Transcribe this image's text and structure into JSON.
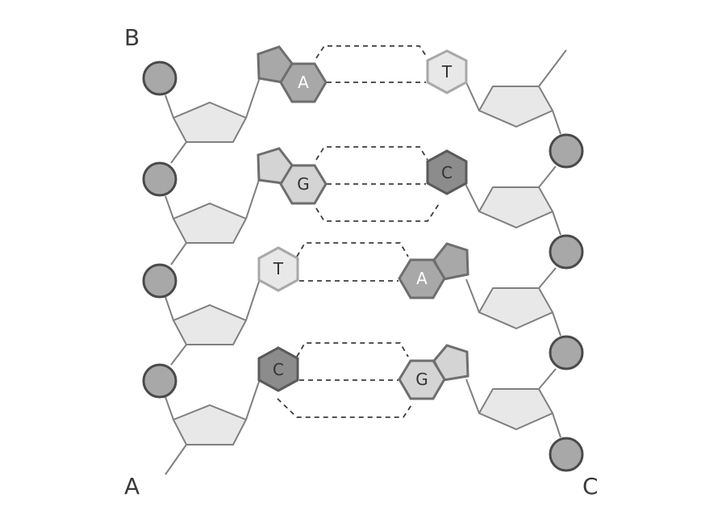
{
  "corner_labels": {
    "top_left": "B",
    "bottom_left": "A",
    "bottom_right": "C"
  },
  "base_pairs": [
    {
      "left": "A",
      "right": "T",
      "hydrogen_bonds": 2
    },
    {
      "left": "G",
      "right": "C",
      "hydrogen_bonds": 3
    },
    {
      "left": "T",
      "right": "A",
      "hydrogen_bonds": 2
    },
    {
      "left": "C",
      "right": "G",
      "hydrogen_bonds": 3
    }
  ],
  "base_colors": {
    "A": "#a8a8a8",
    "G": "#d4d4d4",
    "T": "#e8e8e8",
    "C": "#8c8c8c"
  },
  "base_text_colors": {
    "A": "#ffffff",
    "G": "#333333",
    "T": "#333333",
    "C": "#333333"
  }
}
